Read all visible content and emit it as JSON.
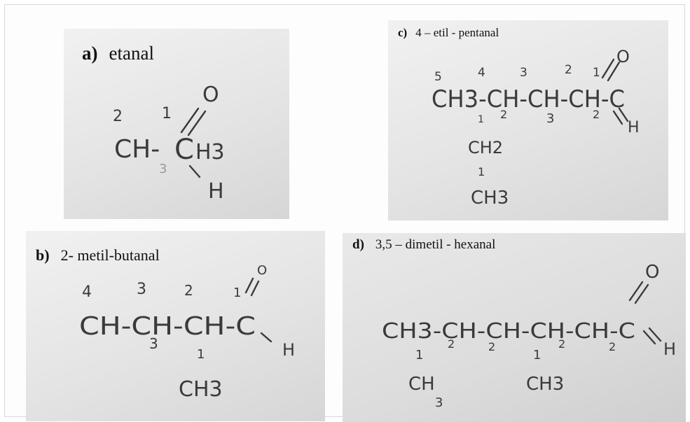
{
  "panels": {
    "a": {
      "letter": "a)",
      "name": "etanal",
      "structure": {
        "num_2": "2",
        "num_1": "1",
        "num_3": "3",
        "ch": "CH-",
        "c": "C",
        "h3": "H3",
        "o": "O",
        "h": "H"
      }
    },
    "c": {
      "letter": "c)",
      "name": "4 – etil - pentanal",
      "structure": {
        "n5": "5",
        "n4": "4",
        "n3": "3",
        "n2": "2",
        "n1": "1",
        "main": "CH3-CH-CH-CH-C",
        "sub1": "1",
        "sub2": "2",
        "sub3": "3",
        "sub4": "2",
        "o": "O",
        "h": "H",
        "branch1": "CH2",
        "bond": "1",
        "branch2": "CH3"
      }
    },
    "b": {
      "letter": "b)",
      "name": "2- metil-butanal",
      "structure": {
        "n4": "4",
        "n3": "3",
        "n2": "2",
        "n1": "1",
        "main": "CH-CH-CH-C",
        "sub3": "3",
        "o": "O",
        "h": "H",
        "bond": "1",
        "branch": "CH3"
      }
    },
    "d": {
      "letter": "d)",
      "name": "3,5 – dimetil - hexanal",
      "structure": {
        "main": "CH3-CH-CH-CH-CH-C",
        "sub1": "2",
        "sub2": "2",
        "sub3": "2",
        "sub4": "2",
        "o": "O",
        "h": "H",
        "bond1": "1",
        "branch1": "CH",
        "branch1_sub": "3",
        "bond2": "1",
        "branch2": "CH3"
      }
    }
  }
}
